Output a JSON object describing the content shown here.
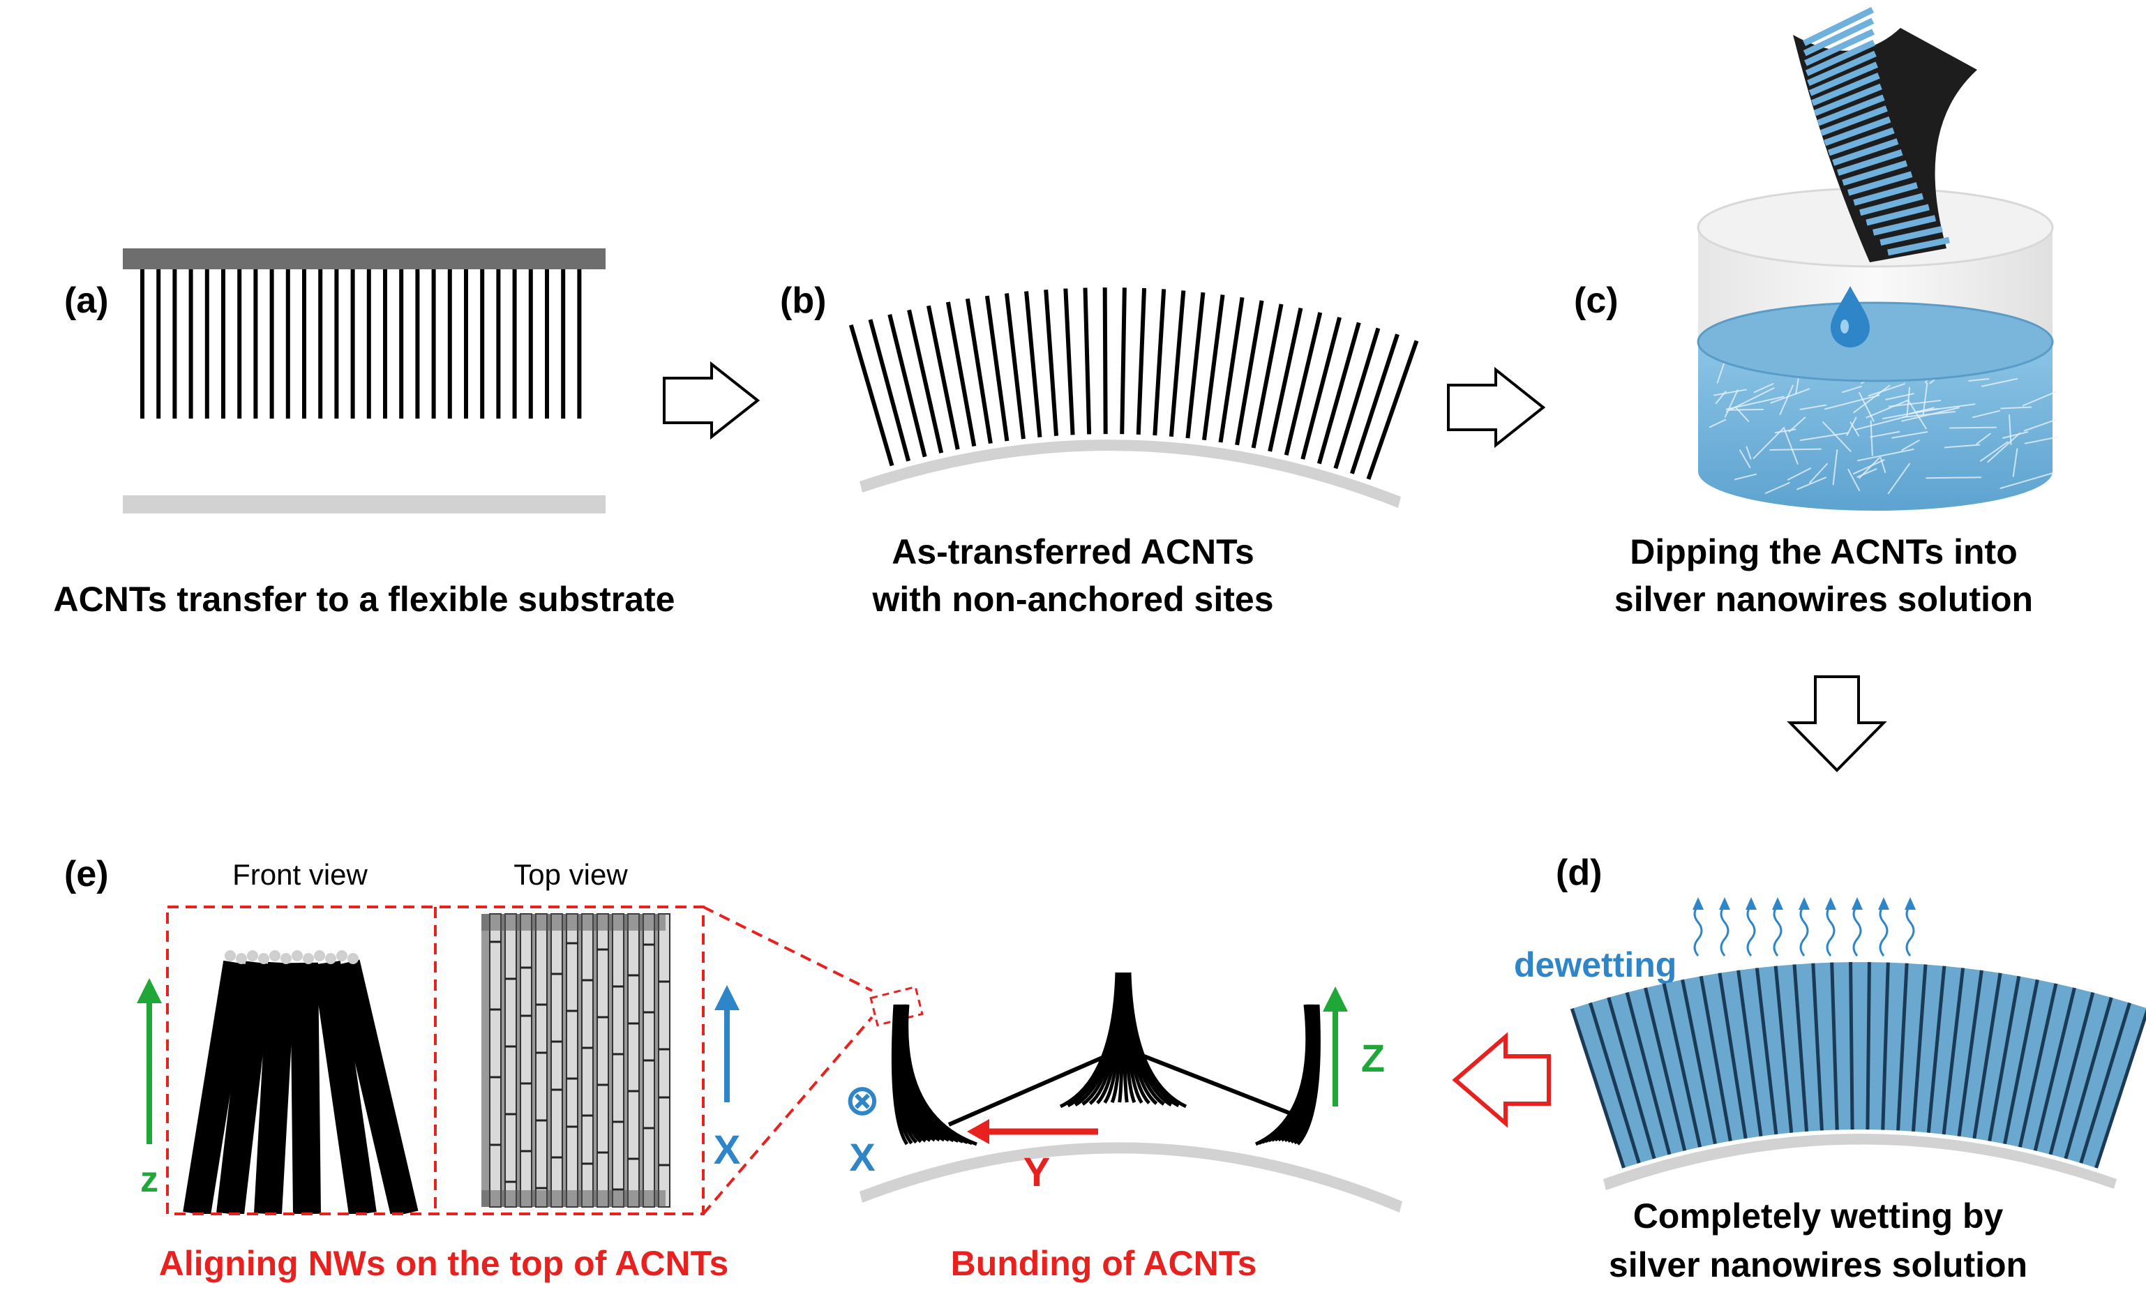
{
  "panels": {
    "a": {
      "label": "(a)",
      "caption": "ACNTs transfer to a flexible substrate"
    },
    "b": {
      "label": "(b)",
      "caption_line1": "As-transferred ACNTs",
      "caption_line2": "with non-anchored sites"
    },
    "c": {
      "label": "(c)",
      "caption_line1": "Dipping the ACNTs into",
      "caption_line2": "silver nanowires  solution"
    },
    "d": {
      "label": "(d)",
      "annotation": "dewetting",
      "caption_line1": "Completely wetting by",
      "caption_line2": "silver nanowires  solution"
    },
    "e": {
      "label": "(e)",
      "front_view": "Front view",
      "top_view": "Top view",
      "caption_left": "Aligning NWs on the top of ACNTs",
      "caption_right": "Bunding of ACNTs"
    }
  },
  "axes": {
    "z_lower": "z",
    "x_upper": "X",
    "x_lower": "X",
    "y_axis": "Y",
    "z_upper": "Z",
    "x_symbol": "⊗"
  },
  "colors": {
    "cnt": "#000000",
    "substrate_top": "#6e6e6e",
    "substrate": "#d2d2d2",
    "solution": "#7ab6dc",
    "solution_dark": "#5a9cc8",
    "wet_fill": "#6aa8d0",
    "accent_red": "#e8201e",
    "accent_blue": "#2e86c8",
    "accent_green": "#1fa838"
  },
  "icons": [
    "hollow-arrow-right-icon",
    "hollow-arrow-down-icon",
    "hollow-arrow-left-icon",
    "droplet-icon",
    "vapor-arrow-icon"
  ]
}
